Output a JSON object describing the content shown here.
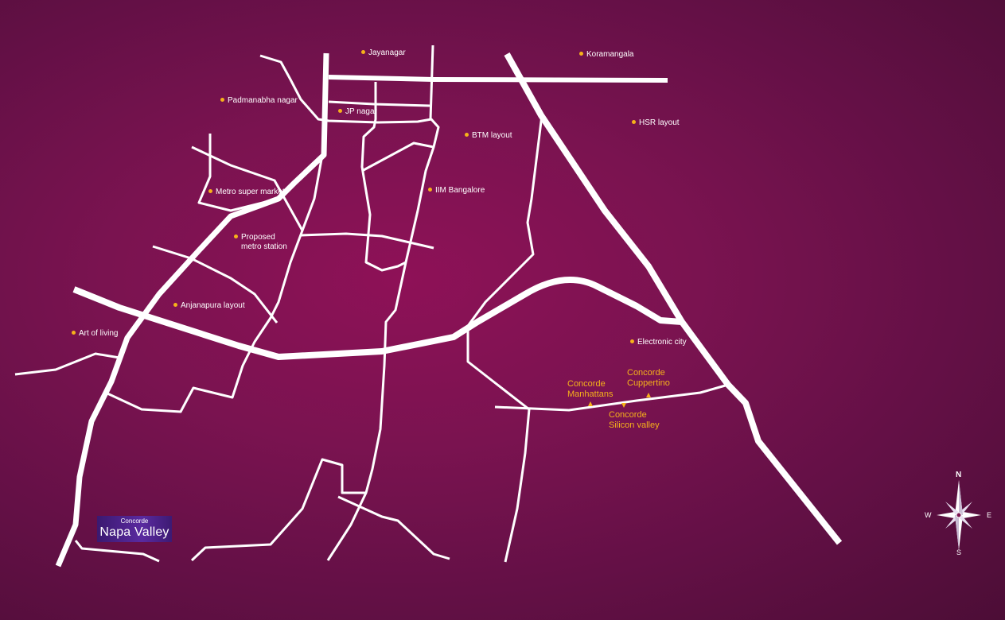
{
  "places": [
    {
      "id": "jayanagar",
      "label": "Jayanagar"
    },
    {
      "id": "koramangala",
      "label": "Koramangala"
    },
    {
      "id": "padmanabha-nagar",
      "label": "Padmanabha nagar"
    },
    {
      "id": "jp-nagar",
      "label": "JP nagar"
    },
    {
      "id": "btm-layout",
      "label": "BTM layout"
    },
    {
      "id": "hsr-layout",
      "label": "HSR layout"
    },
    {
      "id": "metro-super-market",
      "label": "Metro super market"
    },
    {
      "id": "iim-bangalore",
      "label": "IIM Bangalore"
    },
    {
      "id": "proposed-metro-station",
      "label": "Proposed\nmetro station"
    },
    {
      "id": "anjanapura-layout",
      "label": "Anjanapura layout"
    },
    {
      "id": "art-of-living",
      "label": "Art of living"
    },
    {
      "id": "electronic-city",
      "label": "Electronic city"
    }
  ],
  "projects": [
    {
      "id": "concorde-cuppertino",
      "label": "Concorde\nCuppertino"
    },
    {
      "id": "concorde-manhattans",
      "label": "Concorde\nManhattans"
    },
    {
      "id": "concorde-silicon-valley",
      "label": "Concorde\nSilicon valley"
    }
  ],
  "logo": {
    "brand": "Concorde",
    "title": "Napa Valley"
  },
  "compass": {
    "north": "N",
    "south": "S",
    "east": "E",
    "west": "W"
  },
  "colors": {
    "background": "#7a1350",
    "road": "#ffffff",
    "marker": "#f6b21a",
    "project_label": "#f6b21a",
    "logo_background": "#4b2188"
  }
}
